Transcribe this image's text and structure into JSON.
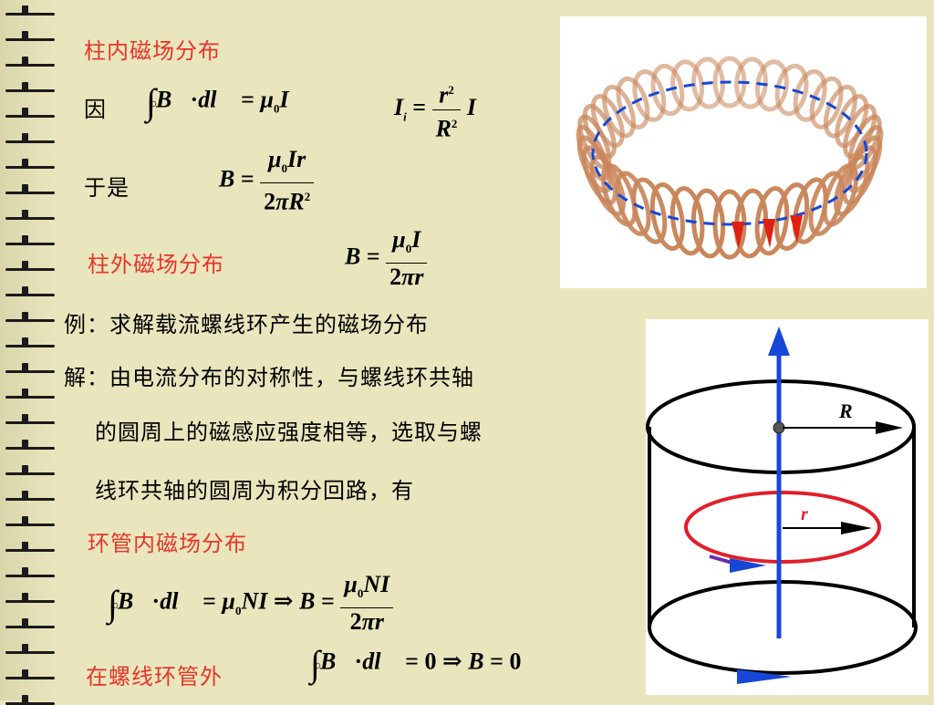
{
  "slide": {
    "heading_inside_column": "柱内磁场分布",
    "because_label": "因",
    "therefore_label": "于是",
    "heading_outside_column": "柱外磁场分布",
    "example_text": "例：求解载流螺线环产生的磁场分布",
    "solution_line1": "解：由电流分布的对称性，与螺线环共轴",
    "solution_line2": "的圆周上的磁感应强度相等，选取与螺",
    "solution_line3": "线环共轴的圆周为积分回路，有",
    "heading_inside_toroid": "环管内磁场分布",
    "heading_outside_toroid": "在螺线环管外"
  },
  "cylinder_figure": {
    "label_R": "R",
    "label_r": "r"
  },
  "colors": {
    "background": "#e9e6bd",
    "heading_red": "#e8342a",
    "axis_blue": "#1747d6",
    "circle_red": "#e0202a",
    "coil_copper": "#c9865a"
  }
}
